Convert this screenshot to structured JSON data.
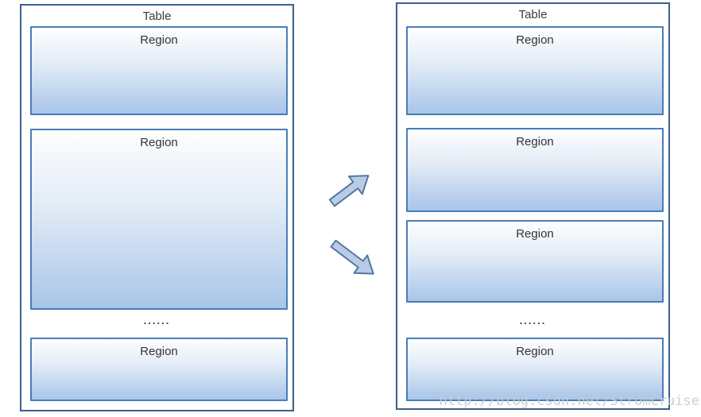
{
  "left_table": {
    "title": "Table",
    "regions": [
      {
        "label": "Region"
      },
      {
        "label": "Region"
      },
      {
        "label": "Region"
      }
    ],
    "ellipsis": "......"
  },
  "right_table": {
    "title": "Table",
    "regions": [
      {
        "label": "Region"
      },
      {
        "label": "Region"
      },
      {
        "label": "Region"
      },
      {
        "label": "Region"
      }
    ],
    "ellipsis": "......"
  },
  "arrows": {
    "up_icon": "split-arrow-up",
    "down_icon": "split-arrow-down"
  },
  "watermark": "http://blog.csdn.net/StromCruise",
  "colors": {
    "table_border": "#3c5f8d",
    "region_border": "#4a7cb8",
    "region_gradient_top": "#fdfeff",
    "region_gradient_bottom": "#a8c5e8",
    "arrow_fill": "#b9cce5",
    "arrow_stroke": "#55779f",
    "text": "#3a3a3a",
    "watermark_color": "#cbcbcb"
  }
}
